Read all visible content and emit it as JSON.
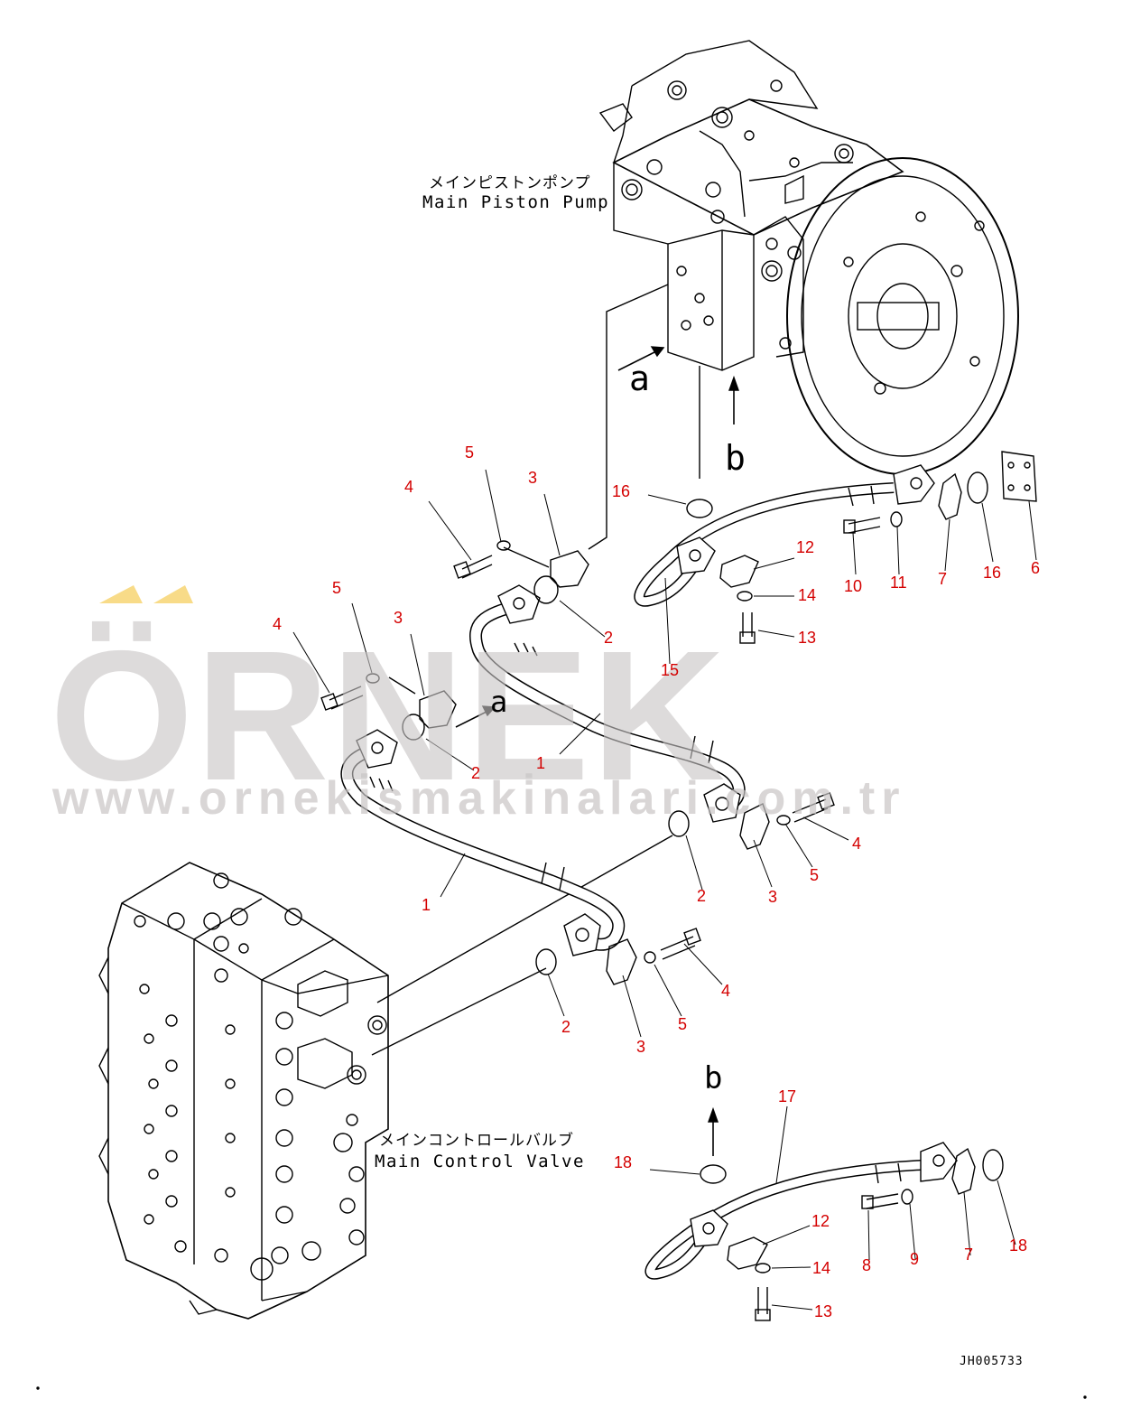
{
  "labels": {
    "pump_jp": "メインピストンポンプ",
    "pump_en": "Main Piston Pump",
    "valve_jp": "メインコントロールバルブ",
    "valve_en": "Main Control Valve",
    "view_a": "a",
    "view_b": "b",
    "drawing_code": "JH005733"
  },
  "watermark": {
    "brand": "ÖRNEK",
    "url": "www.orneki̇smaki̇nalari.com.tr"
  },
  "callouts": [
    "5",
    "3",
    "4",
    "16",
    "5",
    "3",
    "2",
    "4",
    "2",
    "1",
    "1",
    "4",
    "5",
    "3",
    "2",
    "2",
    "3",
    "4",
    "5",
    "12",
    "14",
    "13",
    "15",
    "10",
    "11",
    "7",
    "16",
    "6",
    "17",
    "12",
    "14",
    "13",
    "18",
    "8",
    "9",
    "7",
    "18",
    "b"
  ],
  "colors": {
    "callout": "#d40000",
    "linework": "#000000",
    "watermark": "#c9c6c6",
    "watermark_accent": "#f6d26a"
  }
}
